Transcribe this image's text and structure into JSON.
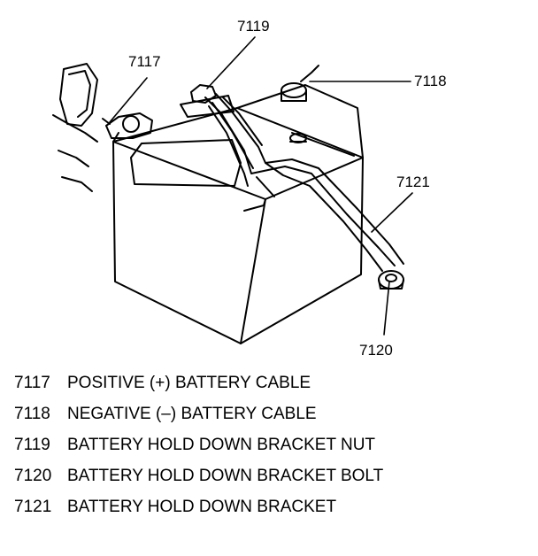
{
  "callouts": {
    "c7117": "7117",
    "c7119": "7119",
    "c7118": "7118",
    "c7121": "7121",
    "c7120": "7120"
  },
  "legend": [
    {
      "code": "7117",
      "text": "POSITIVE (+) BATTERY CABLE"
    },
    {
      "code": "7118",
      "text": "NEGATIVE (–) BATTERY CABLE"
    },
    {
      "code": "7119",
      "text": "BATTERY HOLD DOWN BRACKET NUT"
    },
    {
      "code": "7120",
      "text": "BATTERY HOLD DOWN BRACKET BOLT"
    },
    {
      "code": "7121",
      "text": "BATTERY HOLD DOWN BRACKET"
    }
  ]
}
